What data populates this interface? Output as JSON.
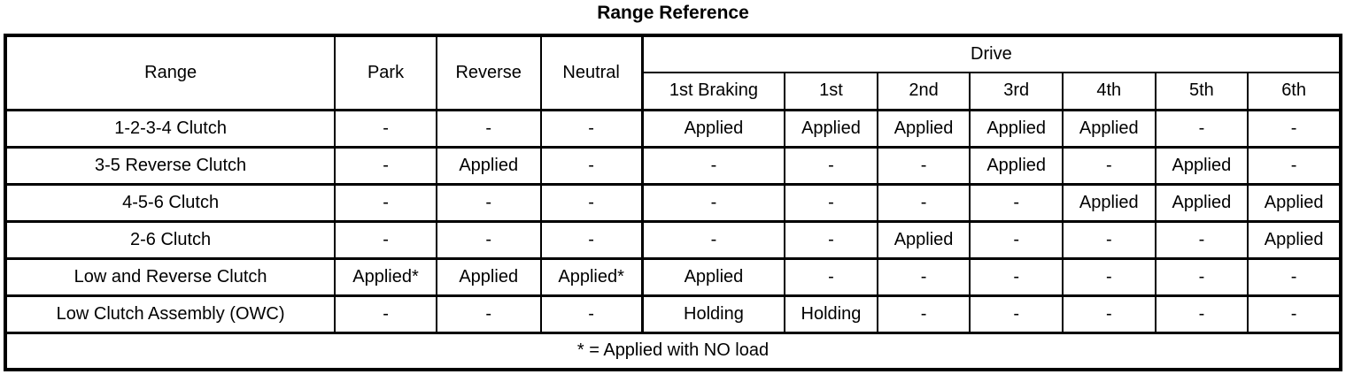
{
  "document": {
    "title": "Range Reference"
  },
  "table": {
    "group_headers": [
      {
        "label": "Drive",
        "colspan": 7
      }
    ],
    "columns": [
      "Range",
      "Park",
      "Reverse",
      "Neutral",
      "1st Braking",
      "1st",
      "2nd",
      "3rd",
      "4th",
      "5th",
      "6th"
    ],
    "rows": [
      {
        "label": "1-2-3-4 Clutch",
        "values": [
          "-",
          "-",
          "-",
          "Applied",
          "Applied",
          "Applied",
          "Applied",
          "Applied",
          "-",
          "-"
        ]
      },
      {
        "label": "3-5 Reverse Clutch",
        "values": [
          "-",
          "Applied",
          "-",
          "-",
          "-",
          "-",
          "Applied",
          "-",
          "Applied",
          "-"
        ]
      },
      {
        "label": "4-5-6 Clutch",
        "values": [
          "-",
          "-",
          "-",
          "-",
          "-",
          "-",
          "-",
          "Applied",
          "Applied",
          "Applied"
        ]
      },
      {
        "label": "2-6 Clutch",
        "values": [
          "-",
          "-",
          "-",
          "-",
          "-",
          "Applied",
          "-",
          "-",
          "-",
          "Applied"
        ]
      },
      {
        "label": "Low and Reverse Clutch",
        "values": [
          "Applied*",
          "Applied",
          "Applied*",
          "Applied",
          "-",
          "-",
          "-",
          "-",
          "-",
          "-"
        ]
      },
      {
        "label": "Low Clutch Assembly (OWC)",
        "values": [
          "-",
          "-",
          "-",
          "Holding",
          "Holding",
          "-",
          "-",
          "-",
          "-",
          "-"
        ]
      }
    ],
    "footnote": "* = Applied with NO load"
  }
}
